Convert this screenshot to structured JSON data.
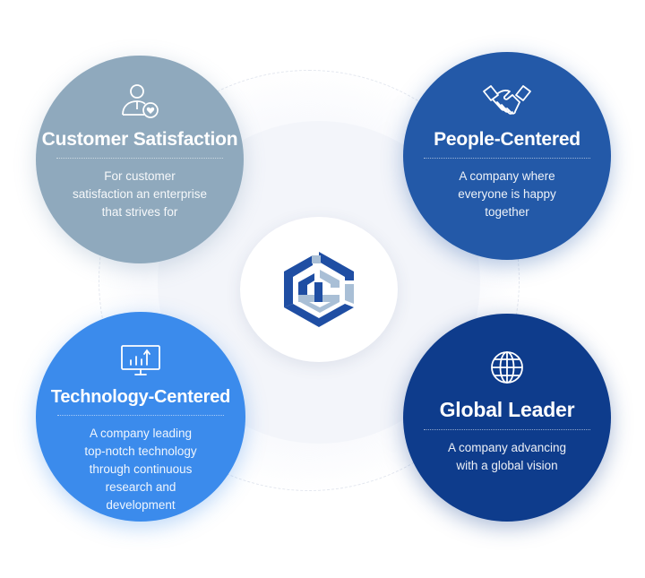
{
  "center": {
    "logo_icon": "hexagon-s-logo-icon"
  },
  "values": {
    "customer": {
      "icon": "user-heart-icon",
      "title": "Customer Satisfaction",
      "desc": [
        "For customer",
        "satisfaction an enterprise",
        "that strives for"
      ],
      "color": "#8fa9bd"
    },
    "people": {
      "icon": "handshake-icon",
      "title": "People-Centered",
      "desc": [
        "A company where",
        "everyone is happy",
        "together"
      ],
      "color": "#2359a8"
    },
    "technology": {
      "icon": "monitor-chart-icon",
      "title": "Technology-Centered",
      "desc": [
        "A company leading",
        "top-notch technology",
        "through continuous",
        "research and",
        "development"
      ],
      "color": "#3b8bec"
    },
    "global": {
      "icon": "globe-icon",
      "title": "Global Leader",
      "desc": [
        "A company advancing",
        "with a global vision"
      ],
      "color": "#0e3c8c"
    }
  }
}
